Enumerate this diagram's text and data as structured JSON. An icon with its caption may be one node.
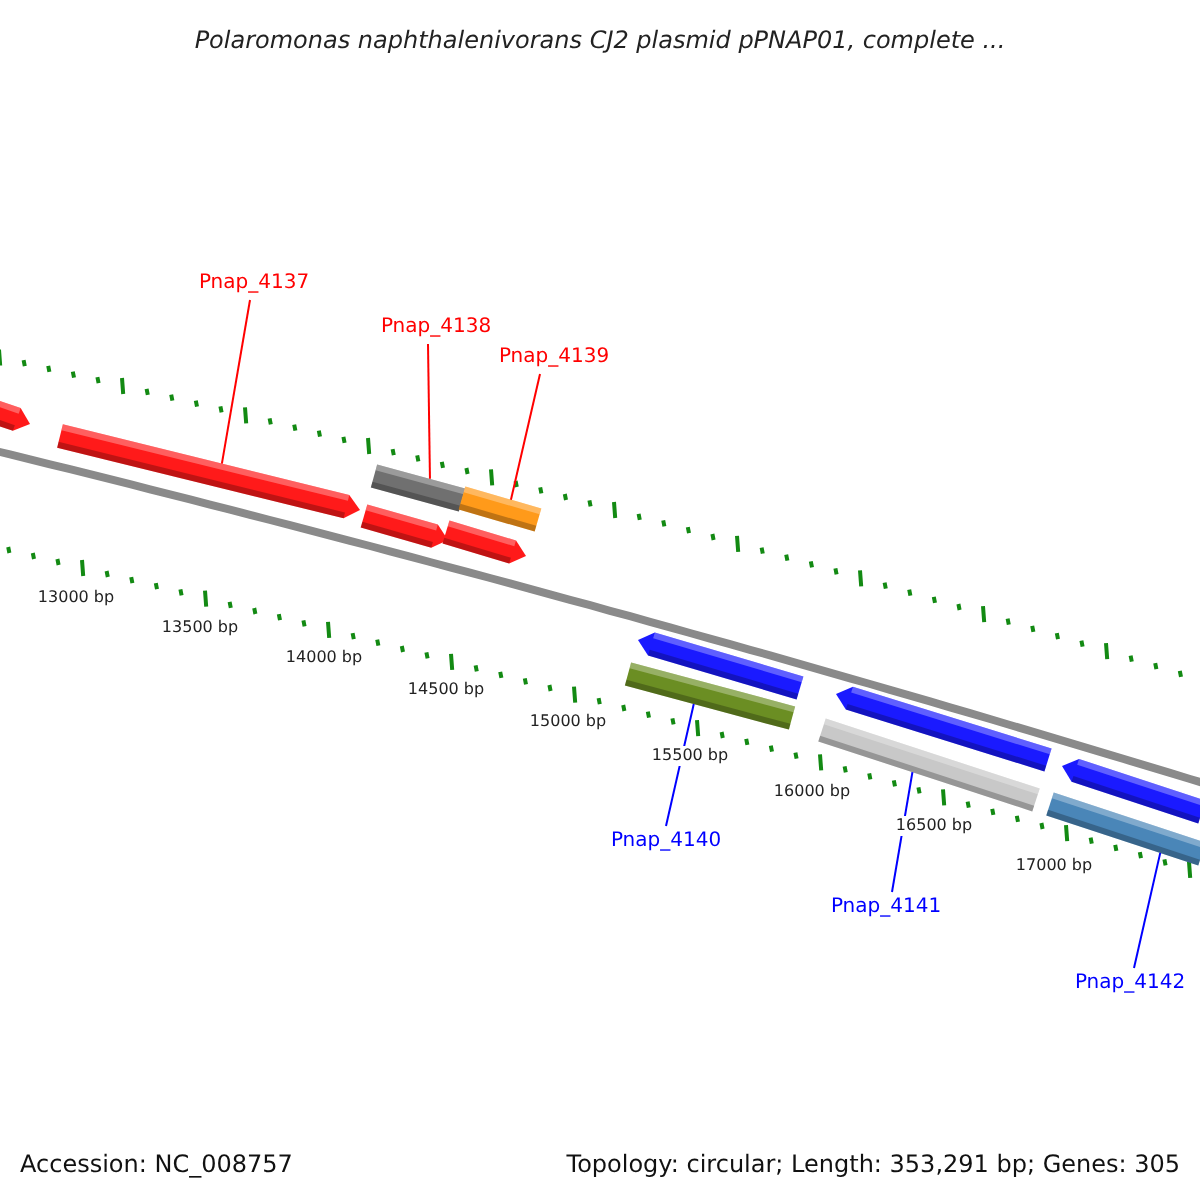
{
  "diagram": {
    "title": "Polaromonas naphthalenivorans CJ2 plasmid pPNAP01, complete ...",
    "nodes": [
      {
        "text": [
          "Pnap_4137"
        ]
      },
      {
        "text": [
          "Pnap_4138"
        ]
      },
      {
        "text": [
          "Pnap_4139"
        ]
      },
      {
        "text": [
          "Pnap_4140"
        ]
      },
      {
        "text": [
          "Pnap_4141"
        ]
      },
      {
        "text": [
          "Pnap_4142"
        ]
      },
      {
        "text": [],
        "shape": "arrow"
      },
      {
        "text": [],
        "shape": "arrow"
      },
      {
        "text": [],
        "shape": "bar"
      },
      {
        "text": [],
        "shape": "bar"
      },
      {
        "text": [],
        "shape": "arrow"
      },
      {
        "text": [],
        "shape": "arrow"
      },
      {
        "text": [],
        "shape": "arrow"
      },
      {
        "text": [],
        "shape": "bar"
      },
      {
        "text": [],
        "shape": "arrow"
      },
      {
        "text": [],
        "shape": "bar"
      },
      {
        "text": [],
        "shape": "arrow"
      },
      {
        "text": [],
        "shape": "bar"
      }
    ],
    "edges": [
      {
        "from": 0,
        "to": 7,
        "arrow": "none",
        "color": "#ff0000"
      },
      {
        "from": 1,
        "to": 8,
        "arrow": "none",
        "color": "#ff0000"
      },
      {
        "from": 2,
        "to": 9,
        "arrow": "none",
        "color": "#ff0000"
      },
      {
        "from": 3,
        "to": 13,
        "arrow": "none",
        "color": "#0000ff"
      },
      {
        "from": 4,
        "to": 15,
        "arrow": "none",
        "color": "#0000ff"
      },
      {
        "from": 5,
        "to": 17,
        "arrow": "none",
        "color": "#0000ff"
      }
    ],
    "labels": [
      "13000 bp",
      "13500 bp",
      "14000 bp",
      "14500 bp",
      "15000 bp",
      "15500 bp",
      "16000 bp",
      "16500 bp",
      "17000 bp",
      "Accession: NC_008757",
      "Topology: circular; Length: 353,291 bp; Genes: 305"
    ]
  }
}
